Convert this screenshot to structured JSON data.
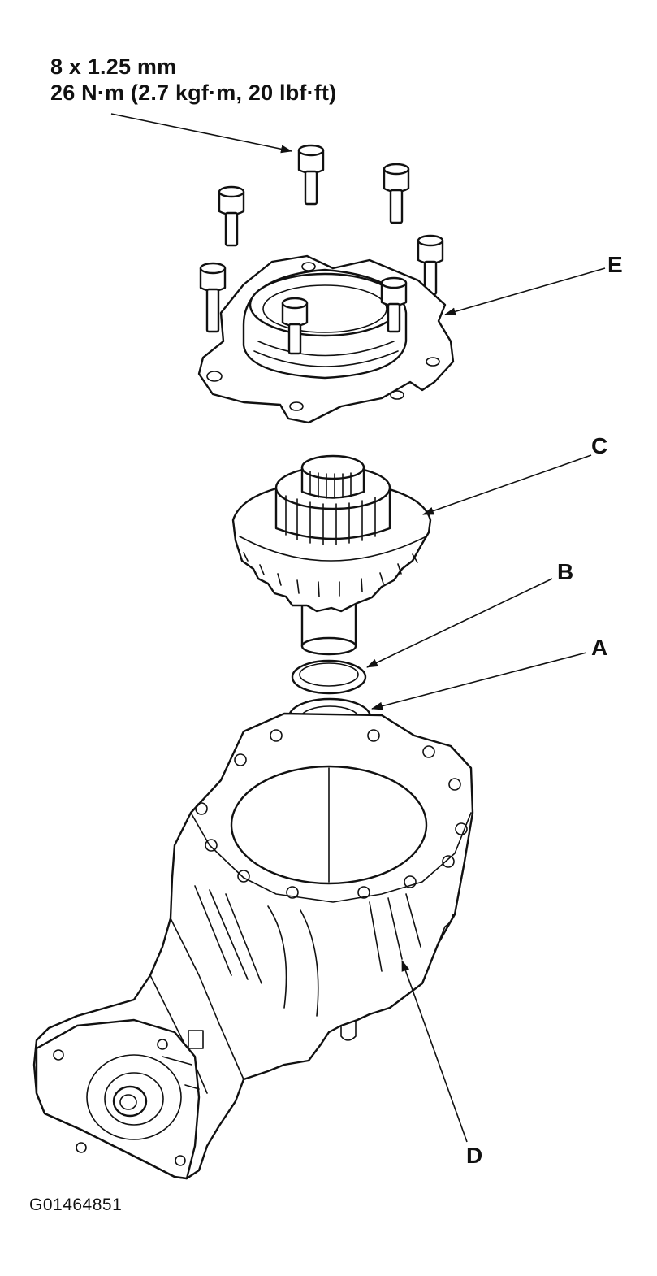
{
  "spec": {
    "line1": "8 x 1.25 mm",
    "line2": "26 N·m (2.7 kgf·m, 20 lbf·ft)"
  },
  "callouts": {
    "a": "A",
    "b": "B",
    "c": "C",
    "d": "D",
    "e": "E"
  },
  "figure_id": "G01464851",
  "colors": {
    "ink": "#111111",
    "paper": "#ffffff"
  }
}
